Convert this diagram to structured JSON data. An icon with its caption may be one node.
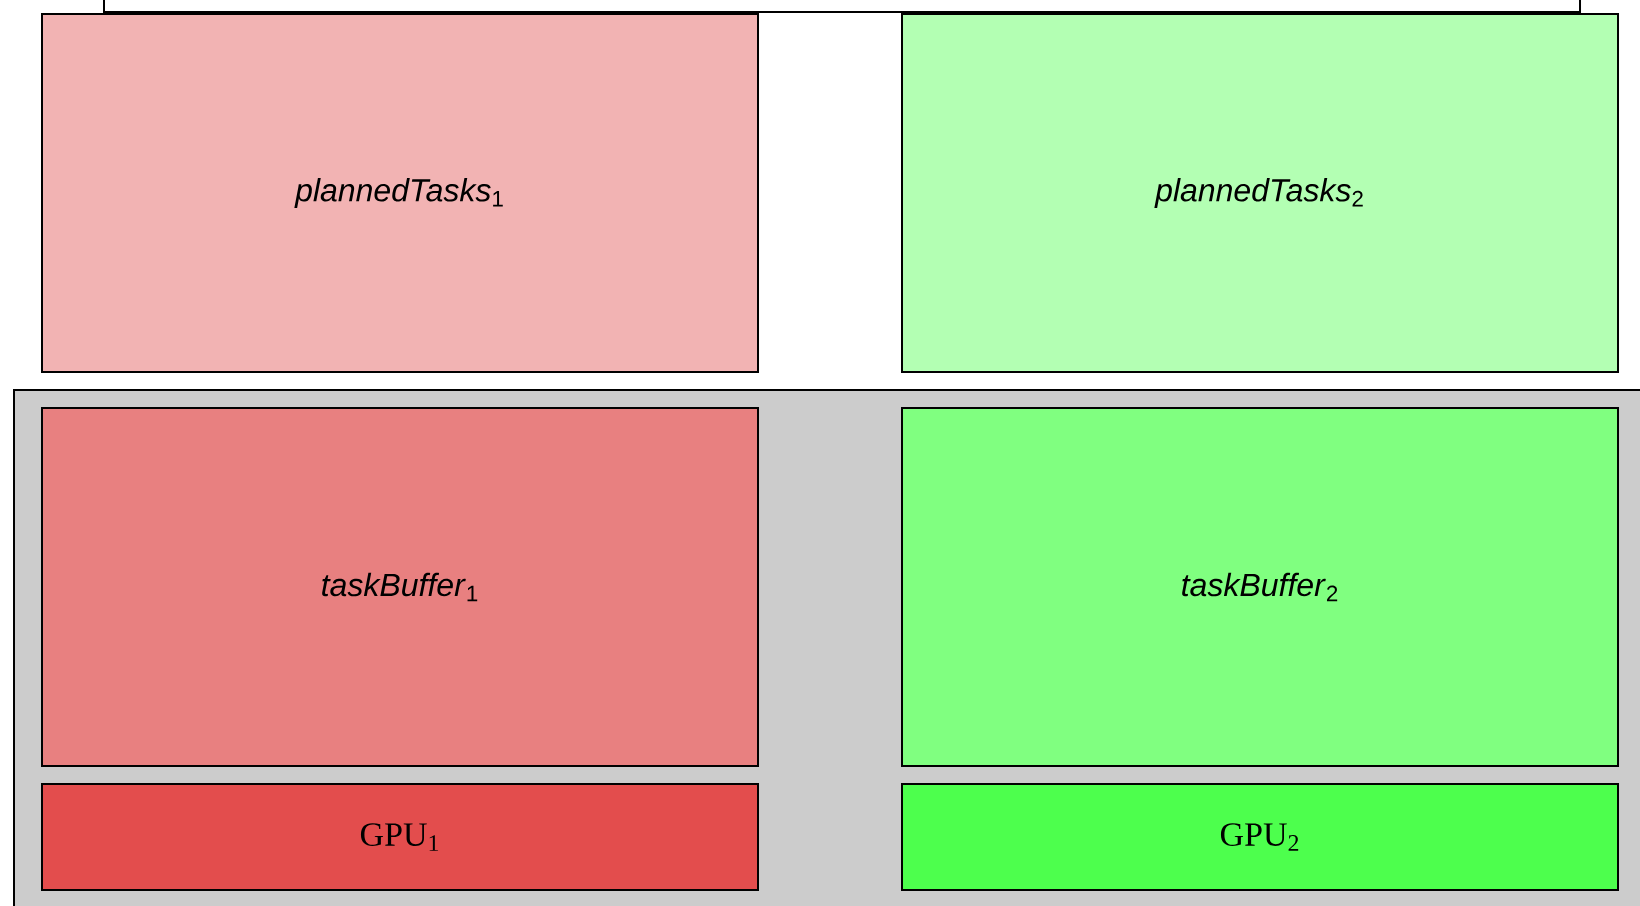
{
  "diagram": {
    "nodes": [
      {
        "text": [],
        "shape": "box"
      },
      {
        "text": [
          "*plannedTasks*$_{1}$"
        ]
      },
      {
        "text": [
          "*plannedTasks*$_{2}$"
        ]
      },
      {
        "text": [],
        "shape": "box"
      },
      {
        "text": [
          "*taskBuffer*$_{1}$"
        ],
        "in": 3
      },
      {
        "text": [
          "*taskBuffer*$_{2}$"
        ],
        "in": 3
      },
      {
        "text": [
          "GPU$_{1}$"
        ],
        "in": 3
      },
      {
        "text": [
          "GPU$_{2}$"
        ],
        "in": 3
      }
    ]
  }
}
